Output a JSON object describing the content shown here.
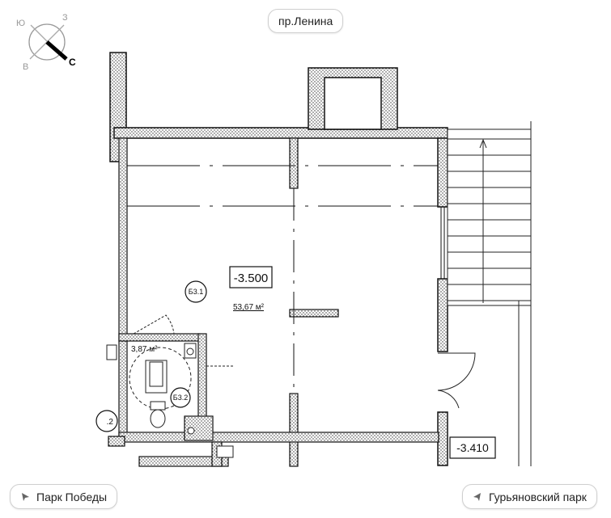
{
  "compass": {
    "labels": [
      "Ю",
      "З",
      "В",
      "С"
    ]
  },
  "streets": {
    "top": "пр.Ленина",
    "bottom_left": "Парк Победы",
    "bottom_right": "Гурьяновский парк"
  },
  "rooms": {
    "main_id": "Б3.1",
    "main_level": "-3.500",
    "main_area": "53,67 м²",
    "wc_id": "Б3.2",
    "wc_area": "3,87 м²",
    "partial_id": ".2",
    "stair_level": "-3.410"
  },
  "colors": {
    "wall": "#111111",
    "hatch": "#444444",
    "accent": "#1a1a1a"
  }
}
